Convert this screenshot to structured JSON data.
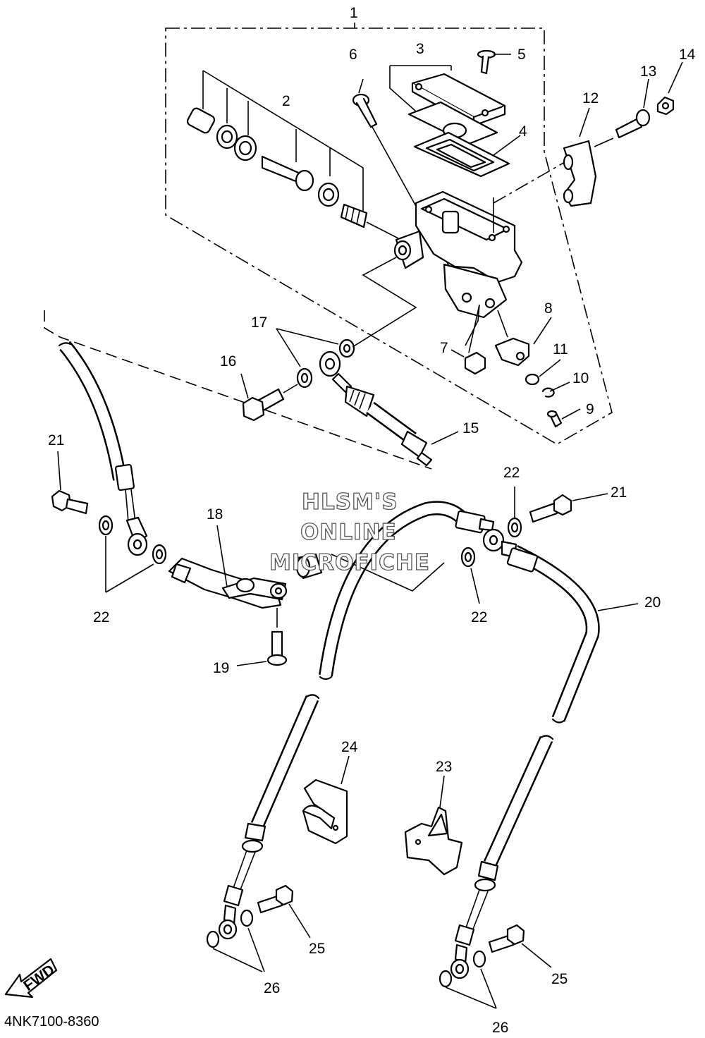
{
  "diagram": {
    "catalog_code": "4NK7100-8360",
    "watermark": {
      "line1": "HLSM'S",
      "line2": "ONLINE",
      "line3": "MICROFICHE"
    },
    "fwd_label": "FWD",
    "callouts": [
      "1",
      "2",
      "3",
      "4",
      "5",
      "6",
      "7",
      "8",
      "9",
      "10",
      "11",
      "12",
      "13",
      "14",
      "15",
      "16",
      "17",
      "18",
      "19",
      "20",
      "21",
      "21",
      "22",
      "22",
      "22",
      "22",
      "23",
      "24",
      "25",
      "25",
      "26",
      "26"
    ]
  }
}
